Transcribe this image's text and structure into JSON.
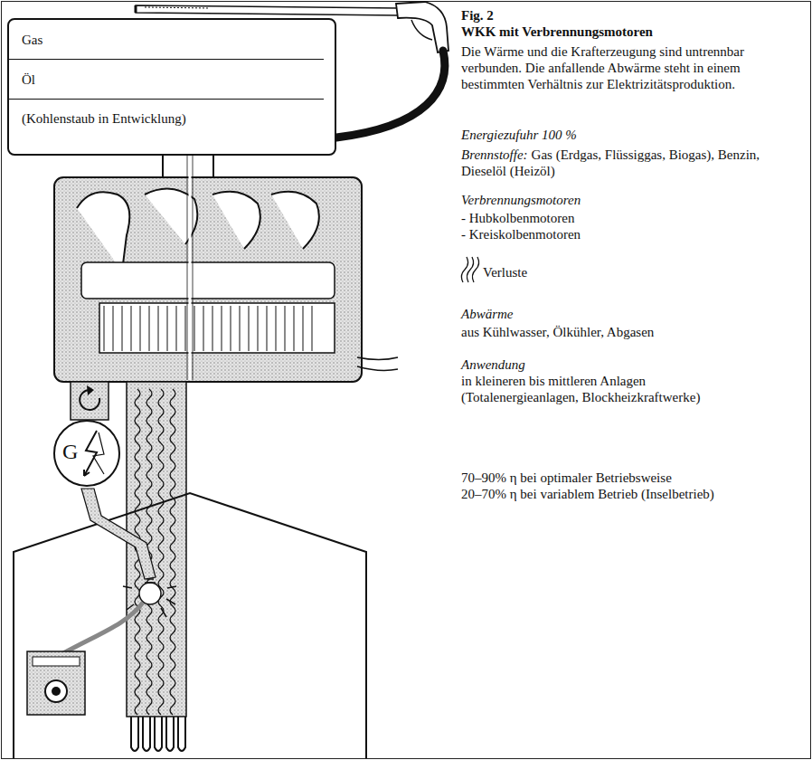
{
  "diagram": {
    "title": "WKK mit Verbrennungsmotoren",
    "nodes": [
      {
        "text": [
          "Gas",
          "Öl",
          "(Kohlenstaub in Entwicklung)"
        ]
      },
      {
        "text": [
          "G"
        ]
      }
    ],
    "labels": [
      "Fig. 2",
      "Die Wärme und die Krafterzeugung sind untrennbar verbunden. Die anfallende Abwärme steht in einem bestimmten Verhältnis zur Elektrizitätsproduktion.",
      "Energiezufuhr 100 %",
      "Brennstoffe:",
      "Gas (Erdgas, Flüssiggas, Biogas), Benzin, Dieselöl (Heizöl)",
      "Verbrennungsmotoren",
      "- Hubkolbenmotoren",
      "- Kreiskolbenmotoren",
      "Verluste",
      "Abwärme",
      "aus Kühlwasser, Ölkühler, Abgasen",
      "Anwendung",
      "in kleineren bis mittleren Anlagen (Totalenergieanlagen, Blockheizkraftwerke)",
      "70–90% η bei optimaler Betriebsweise",
      "20–70% η bei variablem Betrieb (Inselbetrieb)"
    ]
  }
}
